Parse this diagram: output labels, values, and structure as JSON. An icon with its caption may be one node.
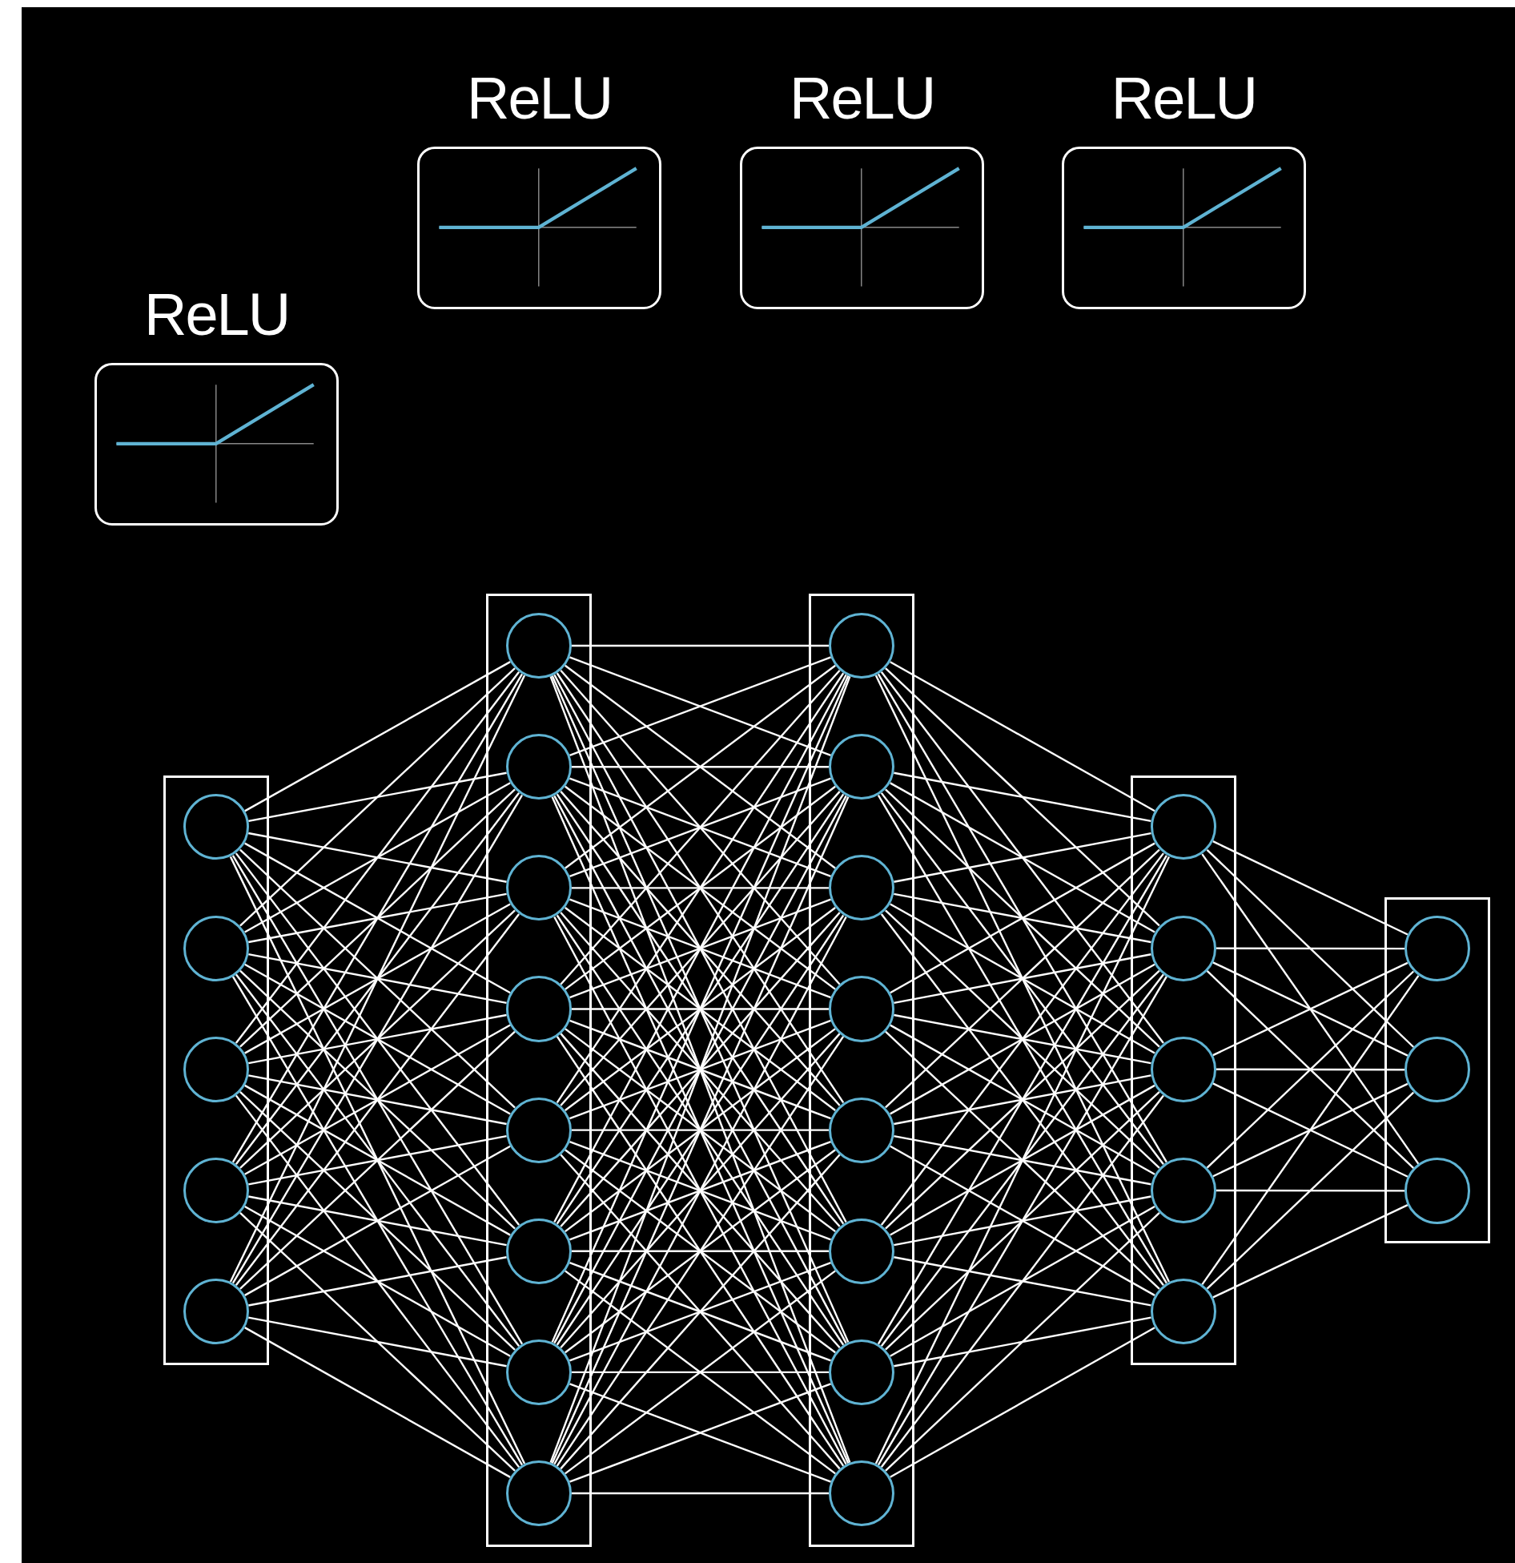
{
  "diagram": {
    "nodes": [
      {
        "text": [
          "ReLU"
        ]
      },
      {
        "text": [
          "ReLU"
        ]
      },
      {
        "text": [
          "ReLU"
        ]
      },
      {
        "text": [
          "ReLU"
        ]
      },
      {
        "text": [],
        "shape": "box"
      },
      {
        "text": [],
        "shape": "circle",
        "in": 4
      },
      {
        "text": [],
        "shape": "circle",
        "in": 4
      },
      {
        "text": [],
        "shape": "circle",
        "in": 4
      },
      {
        "text": [],
        "shape": "circle",
        "in": 4
      },
      {
        "text": [],
        "shape": "circle",
        "in": 4
      },
      {
        "text": [],
        "shape": "box"
      },
      {
        "text": [],
        "shape": "circle",
        "in": 10
      },
      {
        "text": [],
        "shape": "circle",
        "in": 10
      },
      {
        "text": [],
        "shape": "circle",
        "in": 10
      },
      {
        "text": [],
        "shape": "circle",
        "in": 10
      },
      {
        "text": [],
        "shape": "circle",
        "in": 10
      },
      {
        "text": [],
        "shape": "circle",
        "in": 10
      },
      {
        "text": [],
        "shape": "circle",
        "in": 10
      },
      {
        "text": [],
        "shape": "circle",
        "in": 10
      },
      {
        "text": [],
        "shape": "box"
      },
      {
        "text": [],
        "shape": "circle",
        "in": 19
      },
      {
        "text": [],
        "shape": "circle",
        "in": 19
      },
      {
        "text": [],
        "shape": "circle",
        "in": 19
      },
      {
        "text": [],
        "shape": "circle",
        "in": 19
      },
      {
        "text": [],
        "shape": "circle",
        "in": 19
      },
      {
        "text": [],
        "shape": "circle",
        "in": 19
      },
      {
        "text": [],
        "shape": "circle",
        "in": 19
      },
      {
        "text": [],
        "shape": "circle",
        "in": 19
      },
      {
        "text": [],
        "shape": "box"
      },
      {
        "text": [],
        "shape": "circle",
        "in": 28
      },
      {
        "text": [],
        "shape": "circle",
        "in": 28
      },
      {
        "text": [],
        "shape": "circle",
        "in": 28
      },
      {
        "text": [],
        "shape": "circle",
        "in": 28
      },
      {
        "text": [],
        "shape": "circle",
        "in": 28
      },
      {
        "text": [],
        "shape": "box"
      },
      {
        "text": [],
        "shape": "circle",
        "in": 34
      },
      {
        "text": [],
        "shape": "circle",
        "in": 34
      },
      {
        "text": [],
        "shape": "circle",
        "in": 34
      }
    ],
    "edges": [
      {
        "from": 5,
        "to": 11,
        "arrow": "none"
      },
      {
        "from": 5,
        "to": 12,
        "arrow": "none"
      },
      {
        "from": 5,
        "to": 13,
        "arrow": "none"
      },
      {
        "from": 5,
        "to": 14,
        "arrow": "none"
      },
      {
        "from": 5,
        "to": 15,
        "arrow": "none"
      },
      {
        "from": 5,
        "to": 16,
        "arrow": "none"
      },
      {
        "from": 5,
        "to": 17,
        "arrow": "none"
      },
      {
        "from": 5,
        "to": 18,
        "arrow": "none"
      },
      {
        "from": 6,
        "to": 11,
        "arrow": "none"
      },
      {
        "from": 6,
        "to": 12,
        "arrow": "none"
      },
      {
        "from": 6,
        "to": 13,
        "arrow": "none"
      },
      {
        "from": 6,
        "to": 14,
        "arrow": "none"
      },
      {
        "from": 6,
        "to": 15,
        "arrow": "none"
      },
      {
        "from": 6,
        "to": 16,
        "arrow": "none"
      },
      {
        "from": 6,
        "to": 17,
        "arrow": "none"
      },
      {
        "from": 6,
        "to": 18,
        "arrow": "none"
      },
      {
        "from": 7,
        "to": 11,
        "arrow": "none"
      },
      {
        "from": 7,
        "to": 12,
        "arrow": "none"
      },
      {
        "from": 7,
        "to": 13,
        "arrow": "none"
      },
      {
        "from": 7,
        "to": 14,
        "arrow": "none"
      },
      {
        "from": 7,
        "to": 15,
        "arrow": "none"
      },
      {
        "from": 7,
        "to": 16,
        "arrow": "none"
      },
      {
        "from": 7,
        "to": 17,
        "arrow": "none"
      },
      {
        "from": 7,
        "to": 18,
        "arrow": "none"
      },
      {
        "from": 8,
        "to": 11,
        "arrow": "none"
      },
      {
        "from": 8,
        "to": 12,
        "arrow": "none"
      },
      {
        "from": 8,
        "to": 13,
        "arrow": "none"
      },
      {
        "from": 8,
        "to": 14,
        "arrow": "none"
      },
      {
        "from": 8,
        "to": 15,
        "arrow": "none"
      },
      {
        "from": 8,
        "to": 16,
        "arrow": "none"
      },
      {
        "from": 8,
        "to": 17,
        "arrow": "none"
      },
      {
        "from": 8,
        "to": 18,
        "arrow": "none"
      },
      {
        "from": 9,
        "to": 11,
        "arrow": "none"
      },
      {
        "from": 9,
        "to": 12,
        "arrow": "none"
      },
      {
        "from": 9,
        "to": 13,
        "arrow": "none"
      },
      {
        "from": 9,
        "to": 14,
        "arrow": "none"
      },
      {
        "from": 9,
        "to": 15,
        "arrow": "none"
      },
      {
        "from": 9,
        "to": 16,
        "arrow": "none"
      },
      {
        "from": 9,
        "to": 17,
        "arrow": "none"
      },
      {
        "from": 9,
        "to": 18,
        "arrow": "none"
      },
      {
        "from": 11,
        "to": 20,
        "arrow": "none"
      },
      {
        "from": 11,
        "to": 21,
        "arrow": "none"
      },
      {
        "from": 11,
        "to": 22,
        "arrow": "none"
      },
      {
        "from": 11,
        "to": 23,
        "arrow": "none"
      },
      {
        "from": 11,
        "to": 24,
        "arrow": "none"
      },
      {
        "from": 11,
        "to": 25,
        "arrow": "none"
      },
      {
        "from": 11,
        "to": 26,
        "arrow": "none"
      },
      {
        "from": 11,
        "to": 27,
        "arrow": "none"
      },
      {
        "from": 12,
        "to": 20,
        "arrow": "none"
      },
      {
        "from": 12,
        "to": 21,
        "arrow": "none"
      },
      {
        "from": 12,
        "to": 22,
        "arrow": "none"
      },
      {
        "from": 12,
        "to": 23,
        "arrow": "none"
      },
      {
        "from": 12,
        "to": 24,
        "arrow": "none"
      },
      {
        "from": 12,
        "to": 25,
        "arrow": "none"
      },
      {
        "from": 12,
        "to": 26,
        "arrow": "none"
      },
      {
        "from": 12,
        "to": 27,
        "arrow": "none"
      },
      {
        "from": 13,
        "to": 20,
        "arrow": "none"
      },
      {
        "from": 13,
        "to": 21,
        "arrow": "none"
      },
      {
        "from": 13,
        "to": 22,
        "arrow": "none"
      },
      {
        "from": 13,
        "to": 23,
        "arrow": "none"
      },
      {
        "from": 13,
        "to": 24,
        "arrow": "none"
      },
      {
        "from": 13,
        "to": 25,
        "arrow": "none"
      },
      {
        "from": 13,
        "to": 26,
        "arrow": "none"
      },
      {
        "from": 13,
        "to": 27,
        "arrow": "none"
      },
      {
        "from": 14,
        "to": 20,
        "arrow": "none"
      },
      {
        "from": 14,
        "to": 21,
        "arrow": "none"
      },
      {
        "from": 14,
        "to": 22,
        "arrow": "none"
      },
      {
        "from": 14,
        "to": 23,
        "arrow": "none"
      },
      {
        "from": 14,
        "to": 24,
        "arrow": "none"
      },
      {
        "from": 14,
        "to": 25,
        "arrow": "none"
      },
      {
        "from": 14,
        "to": 26,
        "arrow": "none"
      },
      {
        "from": 14,
        "to": 27,
        "arrow": "none"
      },
      {
        "from": 15,
        "to": 20,
        "arrow": "none"
      },
      {
        "from": 15,
        "to": 21,
        "arrow": "none"
      },
      {
        "from": 15,
        "to": 22,
        "arrow": "none"
      },
      {
        "from": 15,
        "to": 23,
        "arrow": "none"
      },
      {
        "from": 15,
        "to": 24,
        "arrow": "none"
      },
      {
        "from": 15,
        "to": 25,
        "arrow": "none"
      },
      {
        "from": 15,
        "to": 26,
        "arrow": "none"
      },
      {
        "from": 15,
        "to": 27,
        "arrow": "none"
      },
      {
        "from": 16,
        "to": 20,
        "arrow": "none"
      },
      {
        "from": 16,
        "to": 21,
        "arrow": "none"
      },
      {
        "from": 16,
        "to": 22,
        "arrow": "none"
      },
      {
        "from": 16,
        "to": 23,
        "arrow": "none"
      },
      {
        "from": 16,
        "to": 24,
        "arrow": "none"
      },
      {
        "from": 16,
        "to": 25,
        "arrow": "none"
      },
      {
        "from": 16,
        "to": 26,
        "arrow": "none"
      },
      {
        "from": 16,
        "to": 27,
        "arrow": "none"
      },
      {
        "from": 17,
        "to": 20,
        "arrow": "none"
      },
      {
        "from": 17,
        "to": 21,
        "arrow": "none"
      },
      {
        "from": 17,
        "to": 22,
        "arrow": "none"
      },
      {
        "from": 17,
        "to": 23,
        "arrow": "none"
      },
      {
        "from": 17,
        "to": 24,
        "arrow": "none"
      },
      {
        "from": 17,
        "to": 25,
        "arrow": "none"
      },
      {
        "from": 17,
        "to": 26,
        "arrow": "none"
      },
      {
        "from": 17,
        "to": 27,
        "arrow": "none"
      },
      {
        "from": 18,
        "to": 20,
        "arrow": "none"
      },
      {
        "from": 18,
        "to": 21,
        "arrow": "none"
      },
      {
        "from": 18,
        "to": 22,
        "arrow": "none"
      },
      {
        "from": 18,
        "to": 23,
        "arrow": "none"
      },
      {
        "from": 18,
        "to": 24,
        "arrow": "none"
      },
      {
        "from": 18,
        "to": 25,
        "arrow": "none"
      },
      {
        "from": 18,
        "to": 26,
        "arrow": "none"
      },
      {
        "from": 18,
        "to": 27,
        "arrow": "none"
      },
      {
        "from": 20,
        "to": 29,
        "arrow": "none"
      },
      {
        "from": 20,
        "to": 30,
        "arrow": "none"
      },
      {
        "from": 20,
        "to": 31,
        "arrow": "none"
      },
      {
        "from": 20,
        "to": 32,
        "arrow": "none"
      },
      {
        "from": 20,
        "to": 33,
        "arrow": "none"
      },
      {
        "from": 21,
        "to": 29,
        "arrow": "none"
      },
      {
        "from": 21,
        "to": 30,
        "arrow": "none"
      },
      {
        "from": 21,
        "to": 31,
        "arrow": "none"
      },
      {
        "from": 21,
        "to": 32,
        "arrow": "none"
      },
      {
        "from": 21,
        "to": 33,
        "arrow": "none"
      },
      {
        "from": 22,
        "to": 29,
        "arrow": "none"
      },
      {
        "from": 22,
        "to": 30,
        "arrow": "none"
      },
      {
        "from": 22,
        "to": 31,
        "arrow": "none"
      },
      {
        "from": 22,
        "to": 32,
        "arrow": "none"
      },
      {
        "from": 22,
        "to": 33,
        "arrow": "none"
      },
      {
        "from": 23,
        "to": 29,
        "arrow": "none"
      },
      {
        "from": 23,
        "to": 30,
        "arrow": "none"
      },
      {
        "from": 23,
        "to": 31,
        "arrow": "none"
      },
      {
        "from": 23,
        "to": 32,
        "arrow": "none"
      },
      {
        "from": 23,
        "to": 33,
        "arrow": "none"
      },
      {
        "from": 24,
        "to": 29,
        "arrow": "none"
      },
      {
        "from": 24,
        "to": 30,
        "arrow": "none"
      },
      {
        "from": 24,
        "to": 31,
        "arrow": "none"
      },
      {
        "from": 24,
        "to": 32,
        "arrow": "none"
      },
      {
        "from": 24,
        "to": 33,
        "arrow": "none"
      },
      {
        "from": 25,
        "to": 29,
        "arrow": "none"
      },
      {
        "from": 25,
        "to": 30,
        "arrow": "none"
      },
      {
        "from": 25,
        "to": 31,
        "arrow": "none"
      },
      {
        "from": 25,
        "to": 32,
        "arrow": "none"
      },
      {
        "from": 25,
        "to": 33,
        "arrow": "none"
      },
      {
        "from": 26,
        "to": 29,
        "arrow": "none"
      },
      {
        "from": 26,
        "to": 30,
        "arrow": "none"
      },
      {
        "from": 26,
        "to": 31,
        "arrow": "none"
      },
      {
        "from": 26,
        "to": 32,
        "arrow": "none"
      },
      {
        "from": 26,
        "to": 33,
        "arrow": "none"
      },
      {
        "from": 27,
        "to": 29,
        "arrow": "none"
      },
      {
        "from": 27,
        "to": 30,
        "arrow": "none"
      },
      {
        "from": 27,
        "to": 31,
        "arrow": "none"
      },
      {
        "from": 27,
        "to": 32,
        "arrow": "none"
      },
      {
        "from": 27,
        "to": 33,
        "arrow": "none"
      },
      {
        "from": 29,
        "to": 35,
        "arrow": "none"
      },
      {
        "from": 29,
        "to": 36,
        "arrow": "none"
      },
      {
        "from": 29,
        "to": 37,
        "arrow": "none"
      },
      {
        "from": 30,
        "to": 35,
        "arrow": "none"
      },
      {
        "from": 30,
        "to": 36,
        "arrow": "none"
      },
      {
        "from": 30,
        "to": 37,
        "arrow": "none"
      },
      {
        "from": 31,
        "to": 35,
        "arrow": "none"
      },
      {
        "from": 31,
        "to": 36,
        "arrow": "none"
      },
      {
        "from": 31,
        "to": 37,
        "arrow": "none"
      },
      {
        "from": 32,
        "to": 35,
        "arrow": "none"
      },
      {
        "from": 32,
        "to": 36,
        "arrow": "none"
      },
      {
        "from": 32,
        "to": 37,
        "arrow": "none"
      },
      {
        "from": 33,
        "to": 35,
        "arrow": "none"
      },
      {
        "from": 33,
        "to": 36,
        "arrow": "none"
      },
      {
        "from": 33,
        "to": 37,
        "arrow": "none"
      }
    ]
  }
}
